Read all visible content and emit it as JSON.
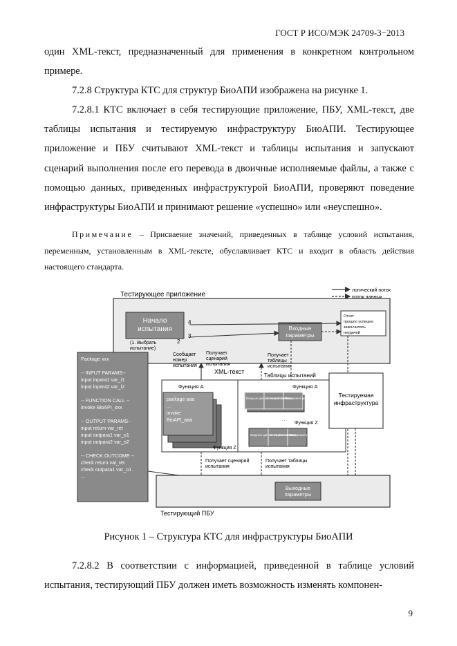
{
  "header": "ГОСТ Р ИСО/МЭК 24709-3−2013",
  "para1": "один XML-текст, предназначенный для применения в конкретном контрольном примере.",
  "para2": "7.2.8 Структура КТС для структур БиоАПИ изображена на рисунке 1.",
  "para3": "7.2.8.1 КТС включает в себя тестирующие приложение, ПБУ, XML-текст, две таблицы испытания и тестируемую инфраструктуру БиоАПИ. Тестирующее приложение и ПБУ считывают XML-текст и таблицы испытания и запускают сценарий выполнения после его перевода в двоичные исполняемые файлы, а также с помощью данных, приведенных инфраструктурой БиоАПИ, проверяют поведение инфраструктуры БиоАПИ и принимают решение «успешно» или «неуспешно».",
  "note": {
    "label": "Примечание",
    "text": " – Присваение значений, приведенных в таблице условий испытания, переменным, установленным в XML-тексте, обуславливает КТС и входит в область действия настоящего стандарта."
  },
  "figure": {
    "legend_control": "логический поток",
    "legend_data": "поток данных",
    "app_title": "Тестирующее приложение",
    "start": [
      "Начало",
      "испытания"
    ],
    "choose": [
      "(1. Выбрать",
      "испытание)"
    ],
    "n2": "2",
    "n3": "3",
    "n4": "4",
    "inputs": [
      "Входные",
      "параметры"
    ],
    "report": [
      "Отчет",
      "прошло успешно",
      "закончилось",
      "неудачей"
    ],
    "lbl_report": [
      "Сообщает",
      "номер",
      "испытания"
    ],
    "lbl_script": [
      "Получает",
      "сценарий",
      "испытания"
    ],
    "xml_text": "XML-текст",
    "lbl_tables": [
      "Получает",
      "таблицы",
      "испытания"
    ],
    "tables": "Таблицы испытаний",
    "code": [
      "Package xxx",
      "",
      "-- INPUT PARAMS--",
      "input inpara1 var_i1",
      "input inpara2 var_i2",
      "",
      "-- FUNCTION CALL --",
      "invoke BioAPI_xxx",
      "",
      "-- OUTPUT PARAMS--",
      "input return var_ret",
      "input outpara1 var_o1",
      "input outpara2 var_o2",
      "",
      "-- CHECK OUTCOME --",
      "check return val_ret",
      "check outpara1 var_o1",
      "..."
    ],
    "func_a": "Функция A",
    "func_z": "Функция Z",
    "pkg": [
      "package aaa",
      "...",
      "invoke",
      "  BioAPI_aaa"
    ],
    "tbl_func_a": "Функция A",
    "tbl_func_z": "Функция Z",
    "tbl_cells": [
      "Входные данные по умолчанию",
      "Условия испытания",
      "Ожидаемый результат"
    ],
    "target": [
      "Тестируемая",
      "инфраструктура"
    ],
    "lbl_bot_script": [
      "Получает сценарий",
      "испытания"
    ],
    "lbl_bot_tables": [
      "Получает таблицы",
      "испытания"
    ],
    "outputs": [
      "Выходные",
      "параметры"
    ],
    "pbu_title": "Тестирующий ПБУ"
  },
  "caption": "Рисунок 1 – Структура КТС для инфраструктуры БиоАПИ",
  "para4": "7.2.8.2 В соответствии с информацией, приведенной в таблице условий испытания, тестирующий ПБУ должен иметь возможность изменять компонен-",
  "page_number": "9"
}
